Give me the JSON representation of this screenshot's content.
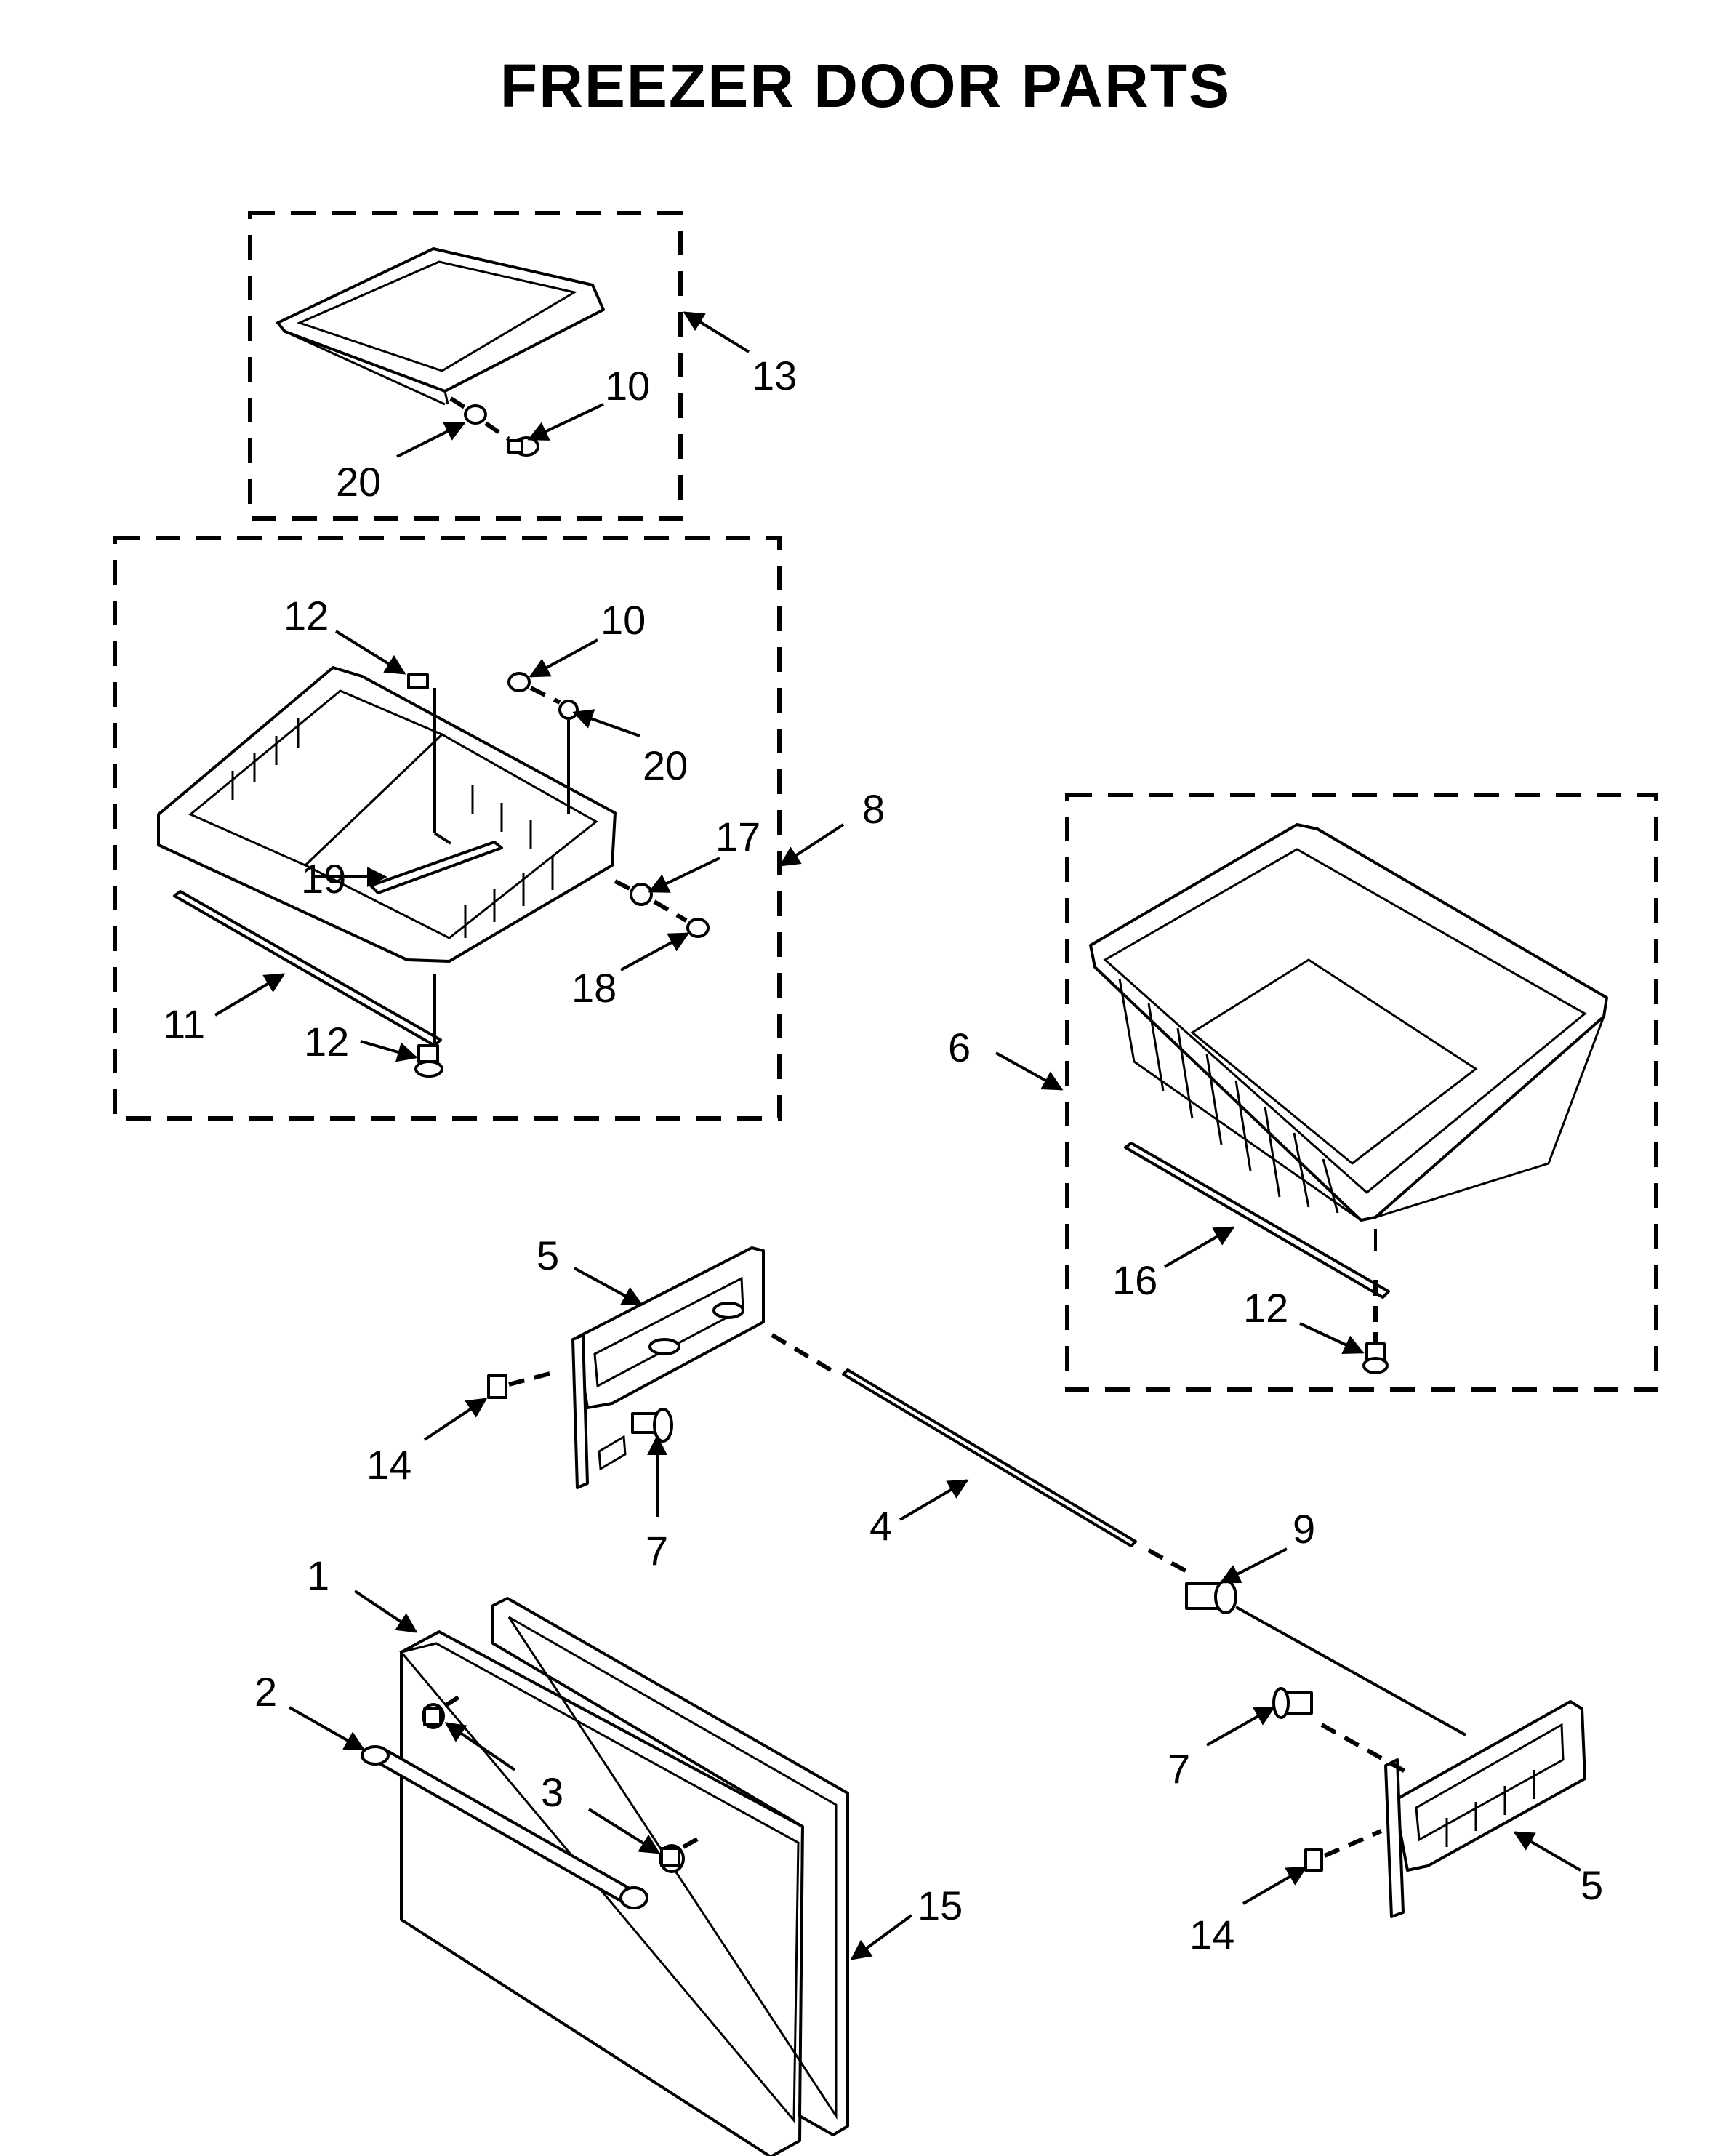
{
  "title": "FREEZER DOOR PARTS",
  "callouts": [
    {
      "id": "c13",
      "label": "13"
    },
    {
      "id": "c10a",
      "label": "10"
    },
    {
      "id": "c20a",
      "label": "20"
    },
    {
      "id": "c12a",
      "label": "12"
    },
    {
      "id": "c10b",
      "label": "10"
    },
    {
      "id": "c20b",
      "label": "20"
    },
    {
      "id": "c8",
      "label": "8"
    },
    {
      "id": "c17",
      "label": "17"
    },
    {
      "id": "c19",
      "label": "19"
    },
    {
      "id": "c18",
      "label": "18"
    },
    {
      "id": "c11",
      "label": "11"
    },
    {
      "id": "c12b",
      "label": "12"
    },
    {
      "id": "c6",
      "label": "6"
    },
    {
      "id": "c16",
      "label": "16"
    },
    {
      "id": "c12c",
      "label": "12"
    },
    {
      "id": "c5a",
      "label": "5"
    },
    {
      "id": "c14a",
      "label": "14"
    },
    {
      "id": "c7a",
      "label": "7"
    },
    {
      "id": "c4",
      "label": "4"
    },
    {
      "id": "c9",
      "label": "9"
    },
    {
      "id": "c1",
      "label": "1"
    },
    {
      "id": "c2",
      "label": "2"
    },
    {
      "id": "c3",
      "label": "3"
    },
    {
      "id": "c15",
      "label": "15"
    },
    {
      "id": "c7b",
      "label": "7"
    },
    {
      "id": "c5b",
      "label": "5"
    },
    {
      "id": "c14b",
      "label": "14"
    }
  ]
}
